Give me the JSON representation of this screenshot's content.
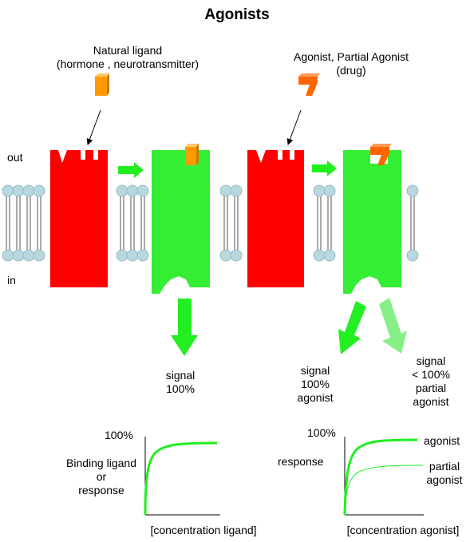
{
  "title": "Agonists",
  "natural_ligand": {
    "line1": "Natural ligand",
    "line2": "(hormone , neurotransmitter)"
  },
  "agonist_drug": {
    "line1": "Agonist, Partial Agonist",
    "line2": "(drug)"
  },
  "membrane": {
    "out_label": "out",
    "in_label": "in"
  },
  "signals": {
    "left": {
      "line1": "signal",
      "line2": "100%"
    },
    "agonist": {
      "line1": "signal",
      "line2": "100%",
      "line3": "agonist"
    },
    "partial": {
      "line1": "signal",
      "line2": "< 100%",
      "line3": "partial",
      "line4": "agonist"
    }
  },
  "graph_left": {
    "y_top_label": "100%",
    "y_label_1": "Binding ligand",
    "y_label_2": "or",
    "y_label_3": "response",
    "x_label": "[concentration ligand]"
  },
  "graph_right": {
    "y_top_label": "100%",
    "y_label": "response",
    "x_label": "[concentration agonist]",
    "curve_agonist_label": "agonist",
    "curve_partial_label_1": "partial",
    "curve_partial_label_2": "agonist"
  },
  "colors": {
    "receptor_inactive": "#ff0000",
    "receptor_active": "#33ee33",
    "arrow": "#22ee22",
    "arrow_partial": "#88ee88",
    "ligand_natural": "#ff9900",
    "ligand_drug": "#ff6600",
    "lipid_head": "#b8d8e0"
  }
}
